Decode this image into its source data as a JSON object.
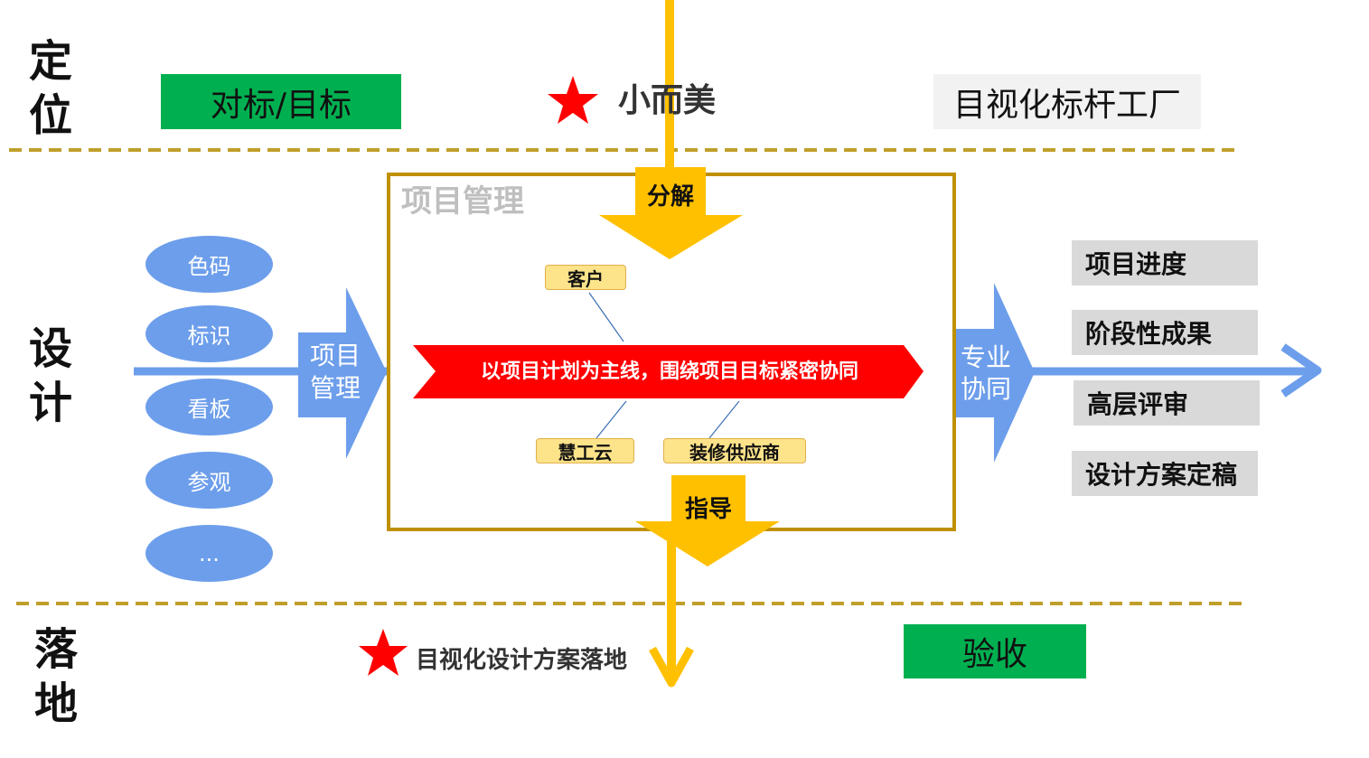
{
  "stages": {
    "positioning": [
      "定",
      "位"
    ],
    "design": [
      "设",
      "计"
    ],
    "landing": [
      "落",
      "地"
    ]
  },
  "top": {
    "benchmark": "对标/目标",
    "small_beauty": "小而美",
    "visual_factory": "目视化标杆工厂"
  },
  "center": {
    "box_title": "项目管理",
    "decompose": "分解",
    "guide": "指导",
    "main_line": "以项目计划为主线，围绕项目目标紧密协同",
    "customer": "客户",
    "huigongyun": "慧工云",
    "supplier": "装修供应商"
  },
  "left": {
    "ellipses": [
      "色码",
      "标识",
      "看板",
      "参观",
      "..."
    ],
    "arrow_label_1": "项目",
    "arrow_label_2": "管理"
  },
  "right": {
    "arrow_label_1": "专业",
    "arrow_label_2": "协同",
    "outputs": [
      "项目进度",
      "阶段性成果",
      "高层评审",
      "设计方案定稿"
    ]
  },
  "bottom": {
    "visual_plan": "目视化设计方案落地",
    "acceptance": "验收"
  },
  "colors": {
    "yellow": "#ffc000",
    "blue": "#6d9eeb",
    "red": "#ff0000",
    "green": "#00b050",
    "gold_border": "#bf9000"
  }
}
